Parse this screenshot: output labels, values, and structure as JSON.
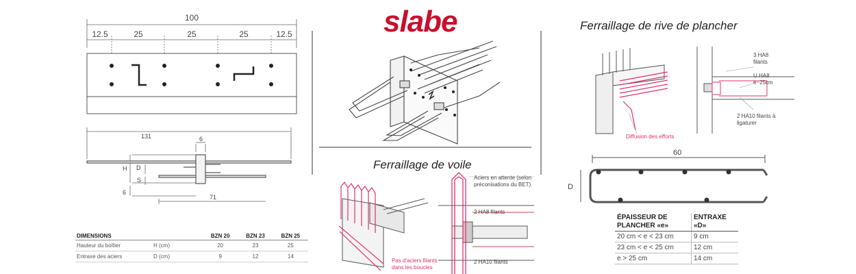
{
  "brand": {
    "logo_text": "slabe",
    "color": "#c8102e"
  },
  "colors": {
    "line": "#444444",
    "rebar": "#555555",
    "pink": "#e0306a",
    "dim": "#666666"
  },
  "top_view": {
    "total": "100",
    "segments": [
      "12.5",
      "25",
      "25",
      "25",
      "12.5"
    ]
  },
  "side_view": {
    "total": "131",
    "dim_6_top": "6",
    "label_H": "H",
    "label_D": "D",
    "label_S": "S",
    "label_6_left": "6",
    "dim_71": "71"
  },
  "dimensions_table": {
    "headers": [
      "DIMENSIONS",
      "",
      "BZN 20",
      "BZN 23",
      "BZN 25"
    ],
    "rows": [
      [
        "Hauteur du boîtier",
        "H (cm)",
        "20",
        "23",
        "25"
      ],
      [
        "Entraxe des aciers",
        "D (cm)",
        "9",
        "12",
        "14"
      ]
    ]
  },
  "voile": {
    "title": "Ferraillage de voile",
    "label_aciers_attente": "Aciers en attente (selon préconisations du BET)",
    "label_ha8": "2 HA8 filants",
    "label_ha10": "2 HA10 filants",
    "label_pas": "Pas d'aciers filants dans les boucles"
  },
  "rive": {
    "title": "Ferraillage de rive de plancher",
    "label_3ha8": "3 HA8 filants",
    "label_uha8": "U HA8 e~25cm",
    "label_2ha10": "2 HA10 filants à ligaturer",
    "label_diffusion": "Diffusion des efforts",
    "dim_60": "60",
    "label_D": "D"
  },
  "epaisseur_table": {
    "headers": [
      "ÉPAISSEUR DE PLANCHER «e»",
      "ENTRAXE «D»"
    ],
    "rows": [
      [
        "20 cm < e < 23 cm",
        "9 cm"
      ],
      [
        "23 cm < e < 25 cm",
        "12 cm"
      ],
      [
        "e > 25 cm",
        "14 cm"
      ]
    ]
  }
}
